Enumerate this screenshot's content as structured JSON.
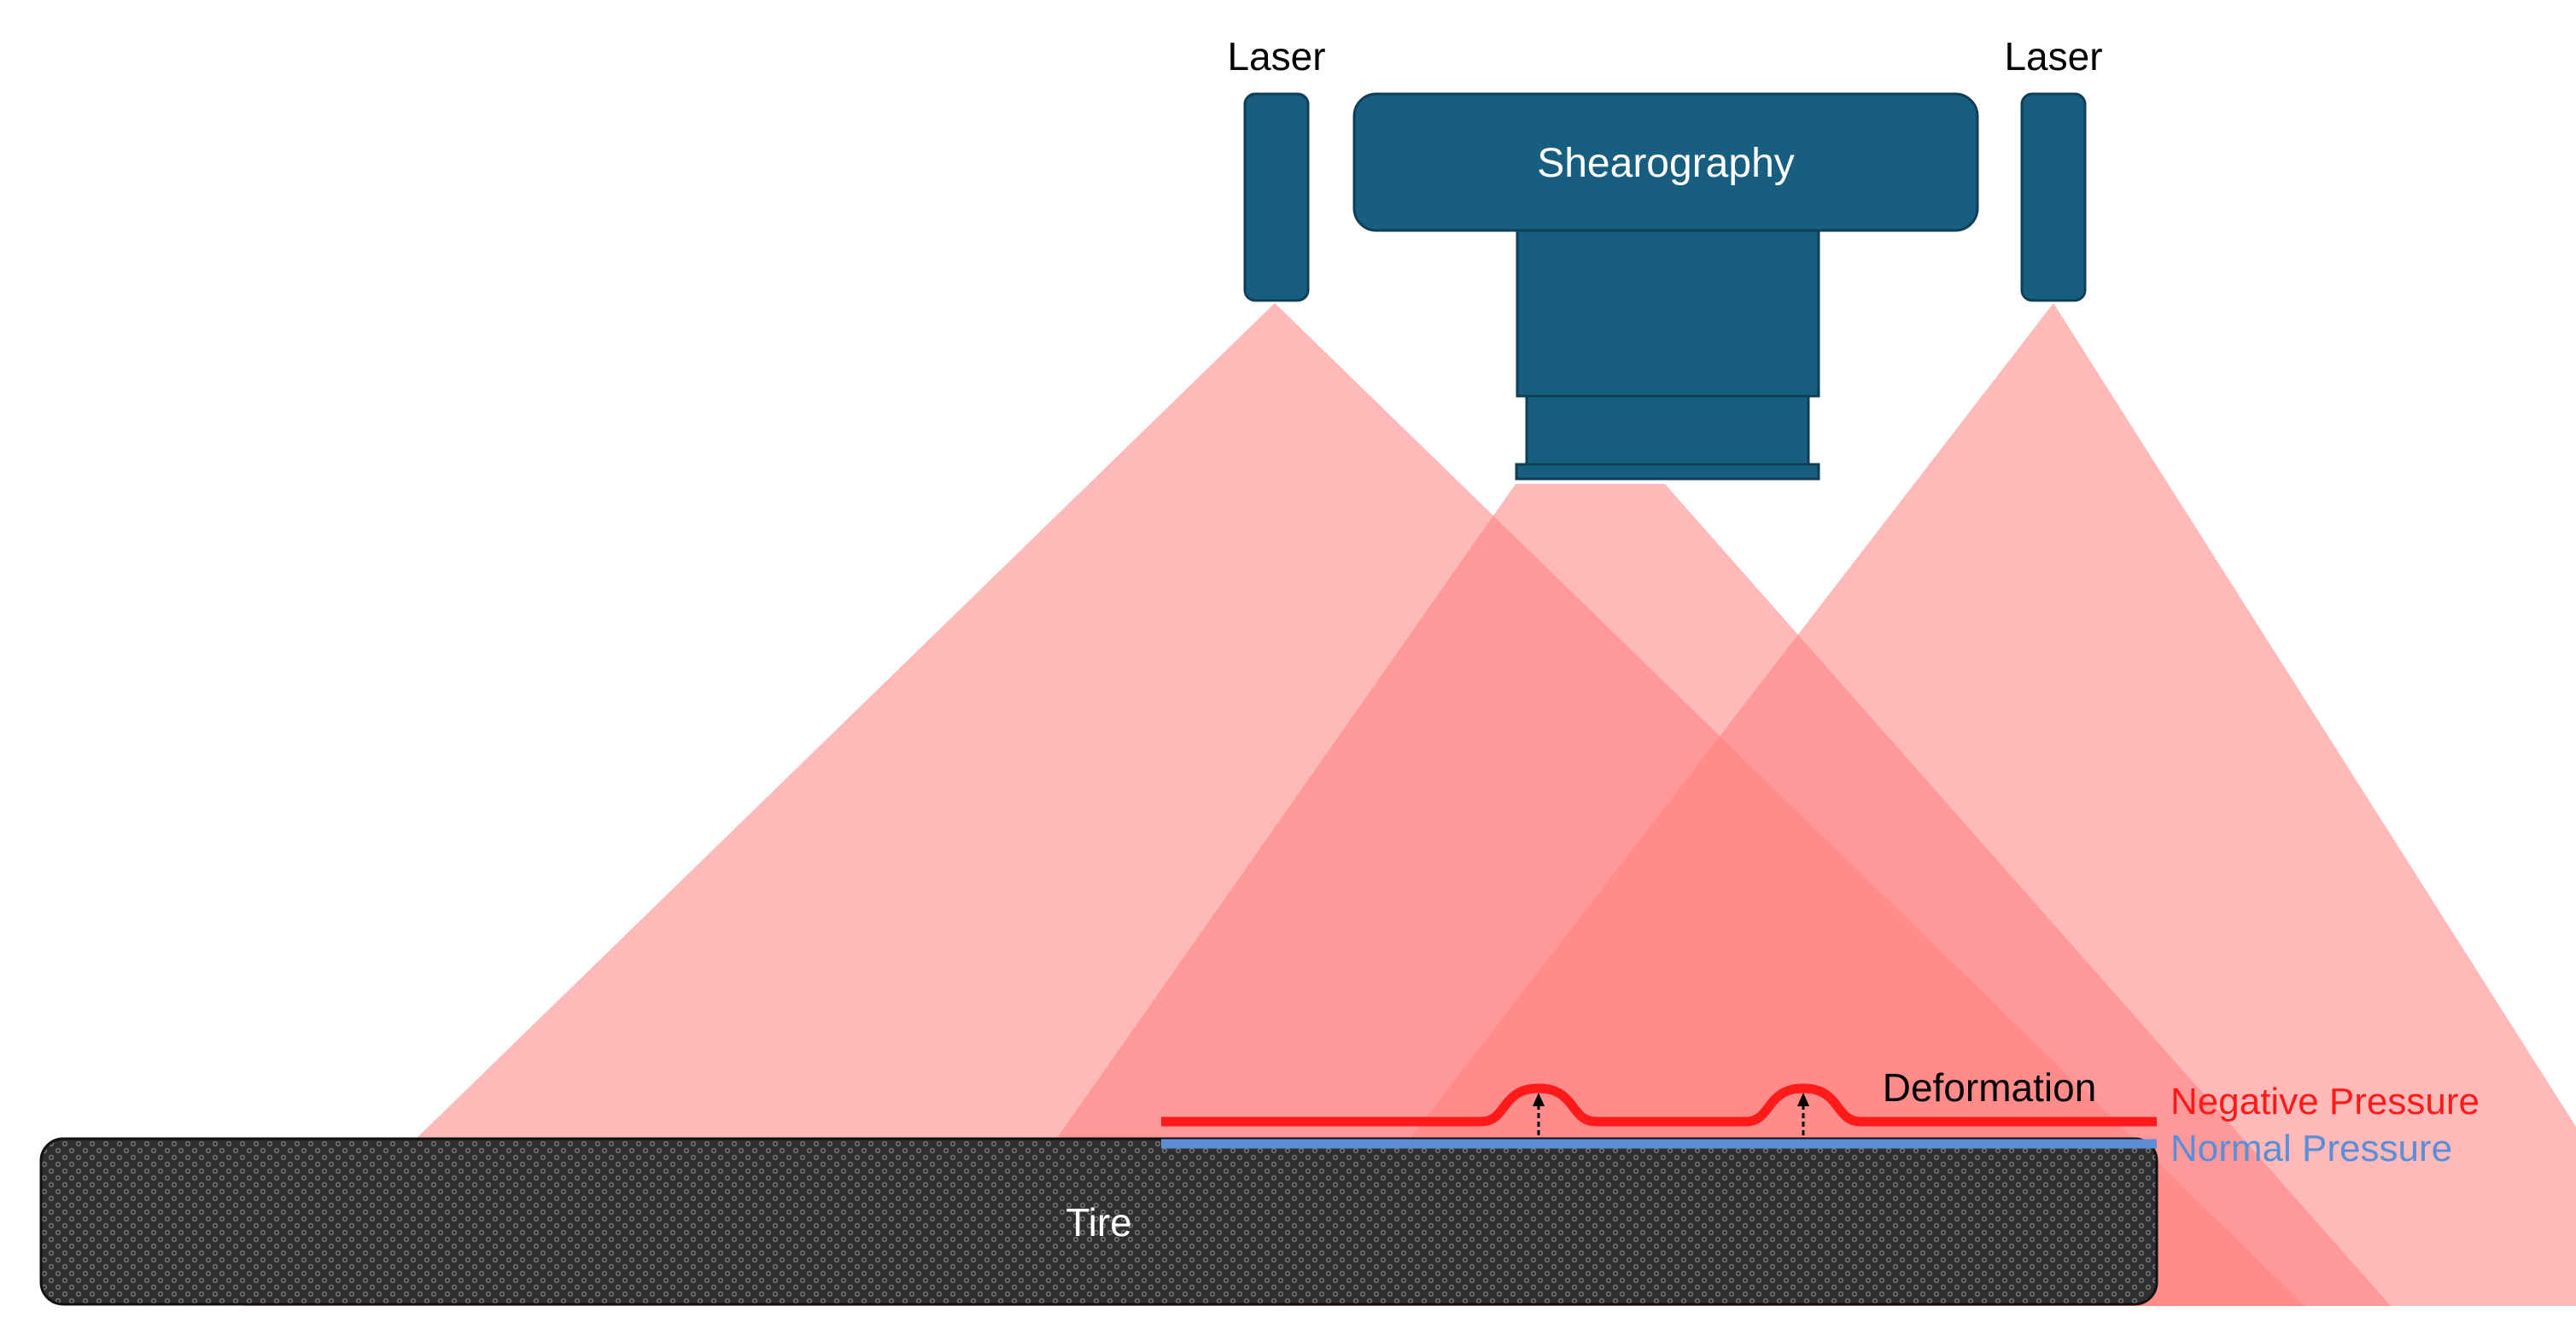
{
  "labels": {
    "laser_left": "Laser",
    "laser_right": "Laser",
    "camera": "Shearography",
    "deformation": "Deformation",
    "negative_pressure": "Negative Pressure",
    "normal_pressure": "Normal Pressure",
    "tire": "Tire"
  },
  "icons": {
    "deformation_arrows": "arrow-up-icon"
  },
  "colors": {
    "device": "#175e80",
    "device_stroke": "#0f3f57",
    "beam": "#ff8080",
    "negative_pressure": "#ff1a1a",
    "normal_pressure": "#5a8fd8",
    "tire": "#2e2e2e",
    "label_text": "#000000",
    "inverse_text": "#ffffff"
  }
}
